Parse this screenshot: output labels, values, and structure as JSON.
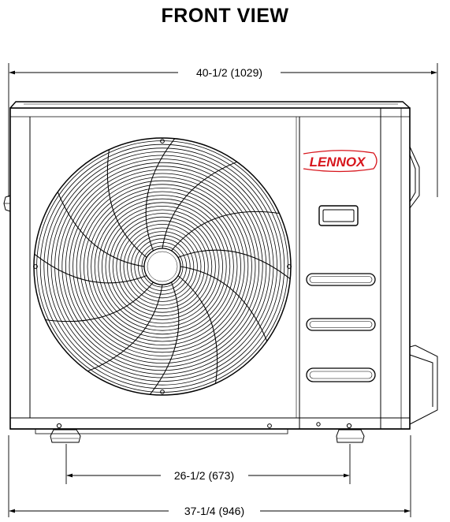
{
  "title": "FRONT VIEW",
  "dimensions": {
    "overall_width": "40-1/2 (1029)",
    "feet_span": "26-1/2 (673)",
    "base_width": "37-1/4 (946)"
  },
  "brand_logo": "LENNOX",
  "colors": {
    "line": "#000000",
    "brand_red": "#d7151c",
    "background": "#ffffff"
  }
}
